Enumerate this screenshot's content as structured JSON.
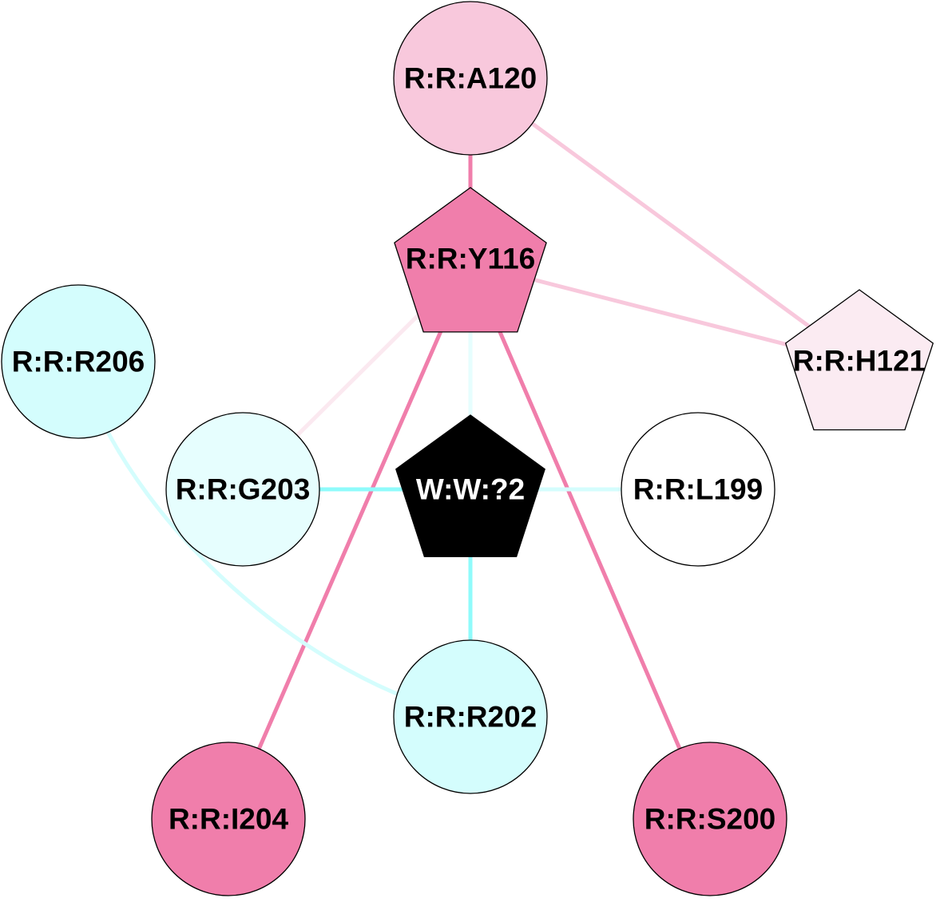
{
  "title": "Residue interaction network",
  "colors": {
    "pink_strong": "#f07eab",
    "pink_medium": "#f8c8dc",
    "pink_light": "#fbe9f0",
    "cyan_strong": "#8ffbfb",
    "cyan_light": "#d4fdfd",
    "cyan_pale": "#e8fefe",
    "black": "#000000",
    "white": "#ffffff"
  },
  "nodes": [
    {
      "id": "A120",
      "label": "R:R:A120",
      "shape": "circle",
      "fill": "#f8c8dc",
      "text_color": "#000000"
    },
    {
      "id": "Y116",
      "label": "R:R:Y116",
      "shape": "pentagon",
      "fill": "#f07eab",
      "text_color": "#000000"
    },
    {
      "id": "H121",
      "label": "R:R:H121",
      "shape": "pentagon",
      "fill": "#fbebf2",
      "text_color": "#000000"
    },
    {
      "id": "R206",
      "label": "R:R:R206",
      "shape": "circle",
      "fill": "#d4fdfd",
      "text_color": "#000000"
    },
    {
      "id": "G203",
      "label": "R:R:G203",
      "shape": "circle",
      "fill": "#e6fefe",
      "text_color": "#000000"
    },
    {
      "id": "W2",
      "label": "W:W:?2",
      "shape": "pentagon",
      "fill": "#000000",
      "text_color": "#ffffff"
    },
    {
      "id": "L199",
      "label": "R:R:L199",
      "shape": "circle",
      "fill": "#ffffff",
      "text_color": "#000000"
    },
    {
      "id": "R202",
      "label": "R:R:R202",
      "shape": "circle",
      "fill": "#d4fdfd",
      "text_color": "#000000"
    },
    {
      "id": "I204",
      "label": "R:R:I204",
      "shape": "circle",
      "fill": "#f07eab",
      "text_color": "#000000"
    },
    {
      "id": "S200",
      "label": "R:R:S200",
      "shape": "circle",
      "fill": "#f07eab",
      "text_color": "#000000"
    }
  ],
  "edges": [
    {
      "source": "A120",
      "target": "Y116",
      "color": "#f07eab"
    },
    {
      "source": "A120",
      "target": "H121",
      "color": "#f8c8dc"
    },
    {
      "source": "Y116",
      "target": "H121",
      "color": "#f8c8dc"
    },
    {
      "source": "Y116",
      "target": "G203",
      "color": "#fbe9f0"
    },
    {
      "source": "Y116",
      "target": "I204",
      "color": "#f07eab"
    },
    {
      "source": "Y116",
      "target": "S200",
      "color": "#f07eab"
    },
    {
      "source": "Y116",
      "target": "W2",
      "color": "#e6fefe"
    },
    {
      "source": "G203",
      "target": "W2",
      "color": "#8ffbfb"
    },
    {
      "source": "W2",
      "target": "L199",
      "color": "#d4fdfd"
    },
    {
      "source": "W2",
      "target": "R202",
      "color": "#8ffbfb"
    },
    {
      "source": "R206",
      "target": "R202",
      "color": "#d4fdfd",
      "curved": true
    }
  ]
}
